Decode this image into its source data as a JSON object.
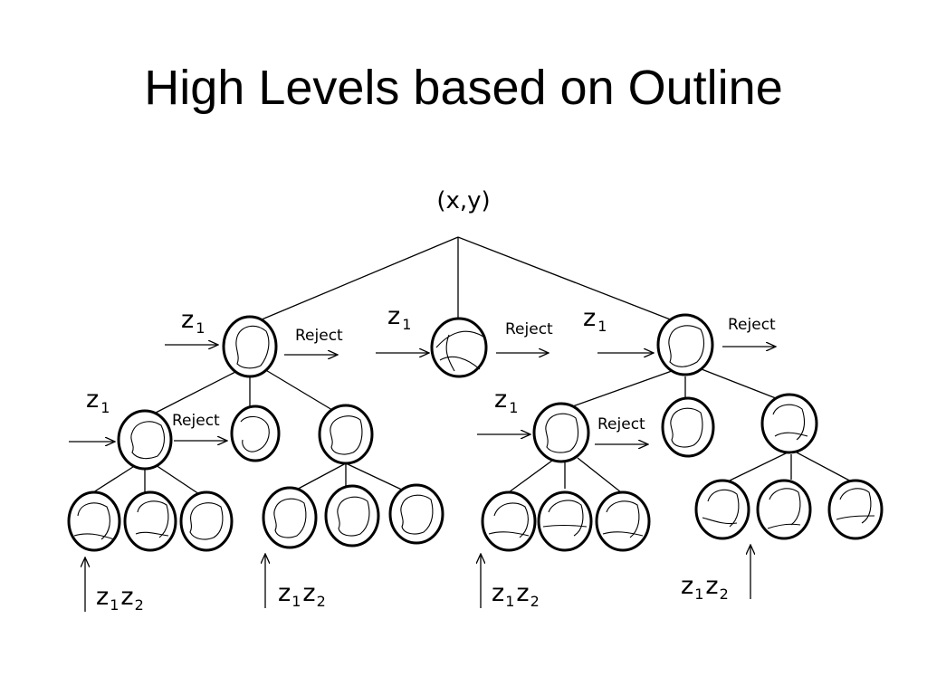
{
  "title": "High Levels based on Outline",
  "root_label": "(x,y)",
  "reject_label": "Reject",
  "z_label": "z",
  "sub_1": "1",
  "sub_2": "2",
  "colors": {
    "ink": "#000000",
    "background": "#ffffff"
  }
}
